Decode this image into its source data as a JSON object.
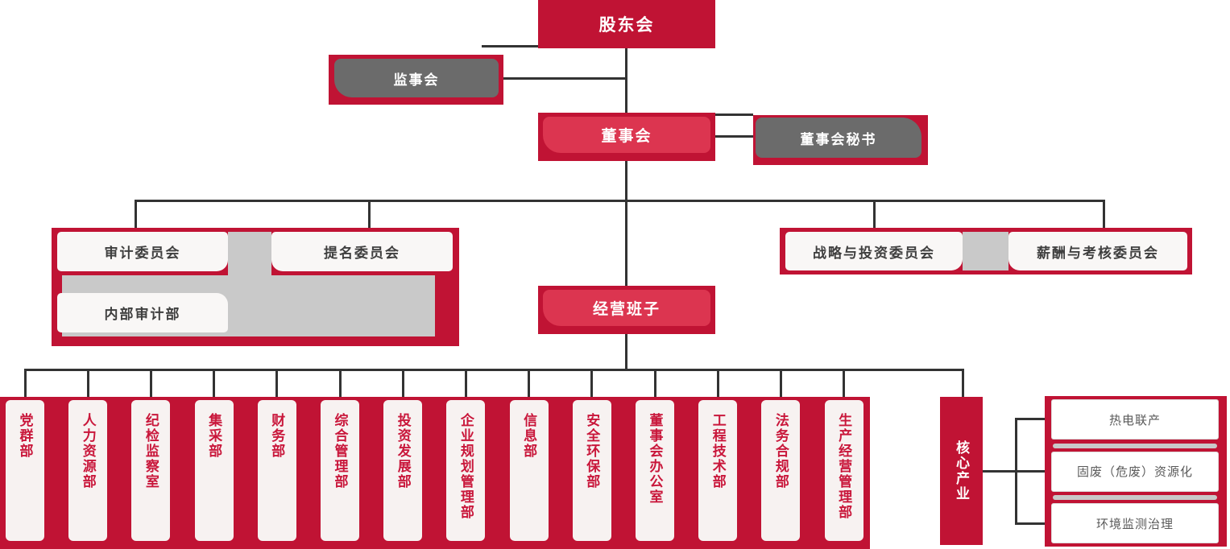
{
  "colors": {
    "primary_red": "#c01334",
    "accent_rose": "#dc3550",
    "dark_gray": "#6b6b6b",
    "light_gray": "#c9c9c9",
    "box_offwhite": "#f7f2f1",
    "department_text_red": "#c9173b",
    "connector_line": "#333333"
  },
  "nodes": {
    "shareholders": {
      "label": "股东会"
    },
    "supervisory": {
      "label": "监事会"
    },
    "board": {
      "label": "董事会"
    },
    "board_secretary": {
      "label": "董事会秘书"
    },
    "audit_committee": {
      "label": "审计委员会"
    },
    "nomination_committee": {
      "label": "提名委员会"
    },
    "internal_audit": {
      "label": "内部审计部"
    },
    "strategy_investment_committee": {
      "label": "战略与投资委员会"
    },
    "compensation_assessment_committee": {
      "label": "薪酬与考核委员会"
    },
    "management_team": {
      "label": "经营班子"
    },
    "core_industry": {
      "label": "核心产业"
    }
  },
  "departments": [
    "党群部",
    "人力资源部",
    "纪检监察室",
    "集采部",
    "财务部",
    "综合管理部",
    "投资发展部",
    "企业规划管理部",
    "信息部",
    "安全环保部",
    "董事会办公室",
    "工程技术部",
    "法务合规部",
    "生产经营管理部"
  ],
  "industries": [
    "热电联产",
    "固废（危废）资源化",
    "环境监测治理"
  ]
}
